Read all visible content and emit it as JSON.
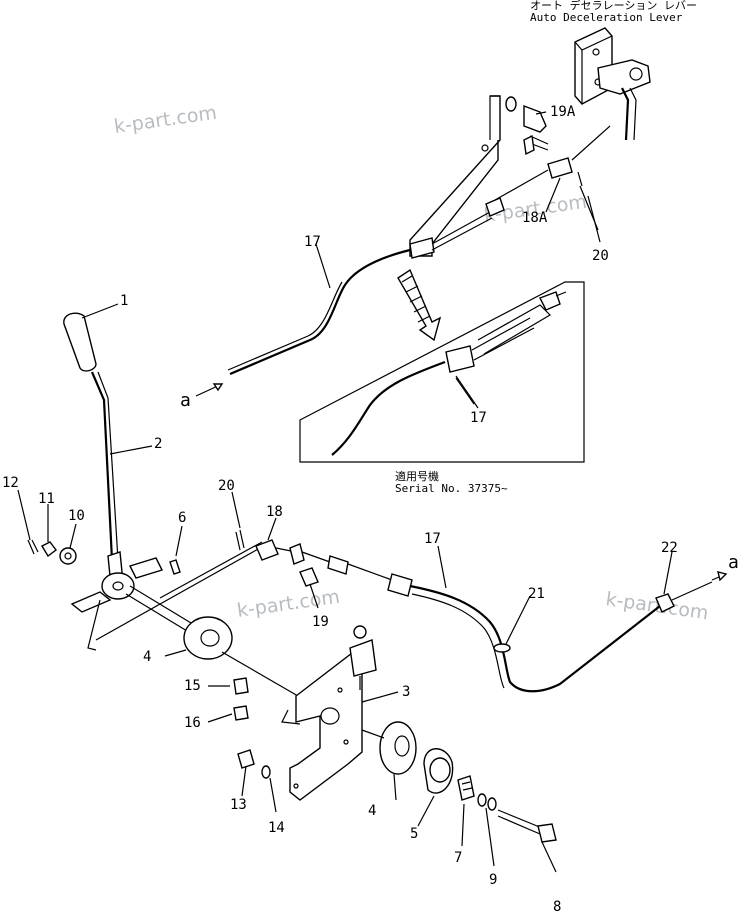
{
  "header": {
    "title_jp": "オート デセラレーション レバー",
    "title_en": "Auto Deceleration Lever"
  },
  "inset": {
    "serial_jp": "適用号機",
    "serial_en": "Serial No. 37375~"
  },
  "watermarks": [
    "k-part.com",
    "k-part.com",
    "k-part.com",
    "k-part.com"
  ],
  "callouts": {
    "p1": "1",
    "p2": "2",
    "p3": "3",
    "p4a": "4",
    "p4b": "4",
    "p5": "5",
    "p6": "6",
    "p7": "7",
    "p8": "8",
    "p9": "9",
    "p10": "10",
    "p11": "11",
    "p12": "12",
    "p13": "13",
    "p14": "14",
    "p15": "15",
    "p16": "16",
    "p17a": "17",
    "p17b": "17",
    "p17c": "17",
    "p18": "18",
    "p18a": "18A",
    "p19": "19",
    "p19a": "19A",
    "p20a": "20",
    "p20b": "20",
    "p21": "21",
    "p22": "22",
    "a_left": "a",
    "a_right": "a"
  }
}
